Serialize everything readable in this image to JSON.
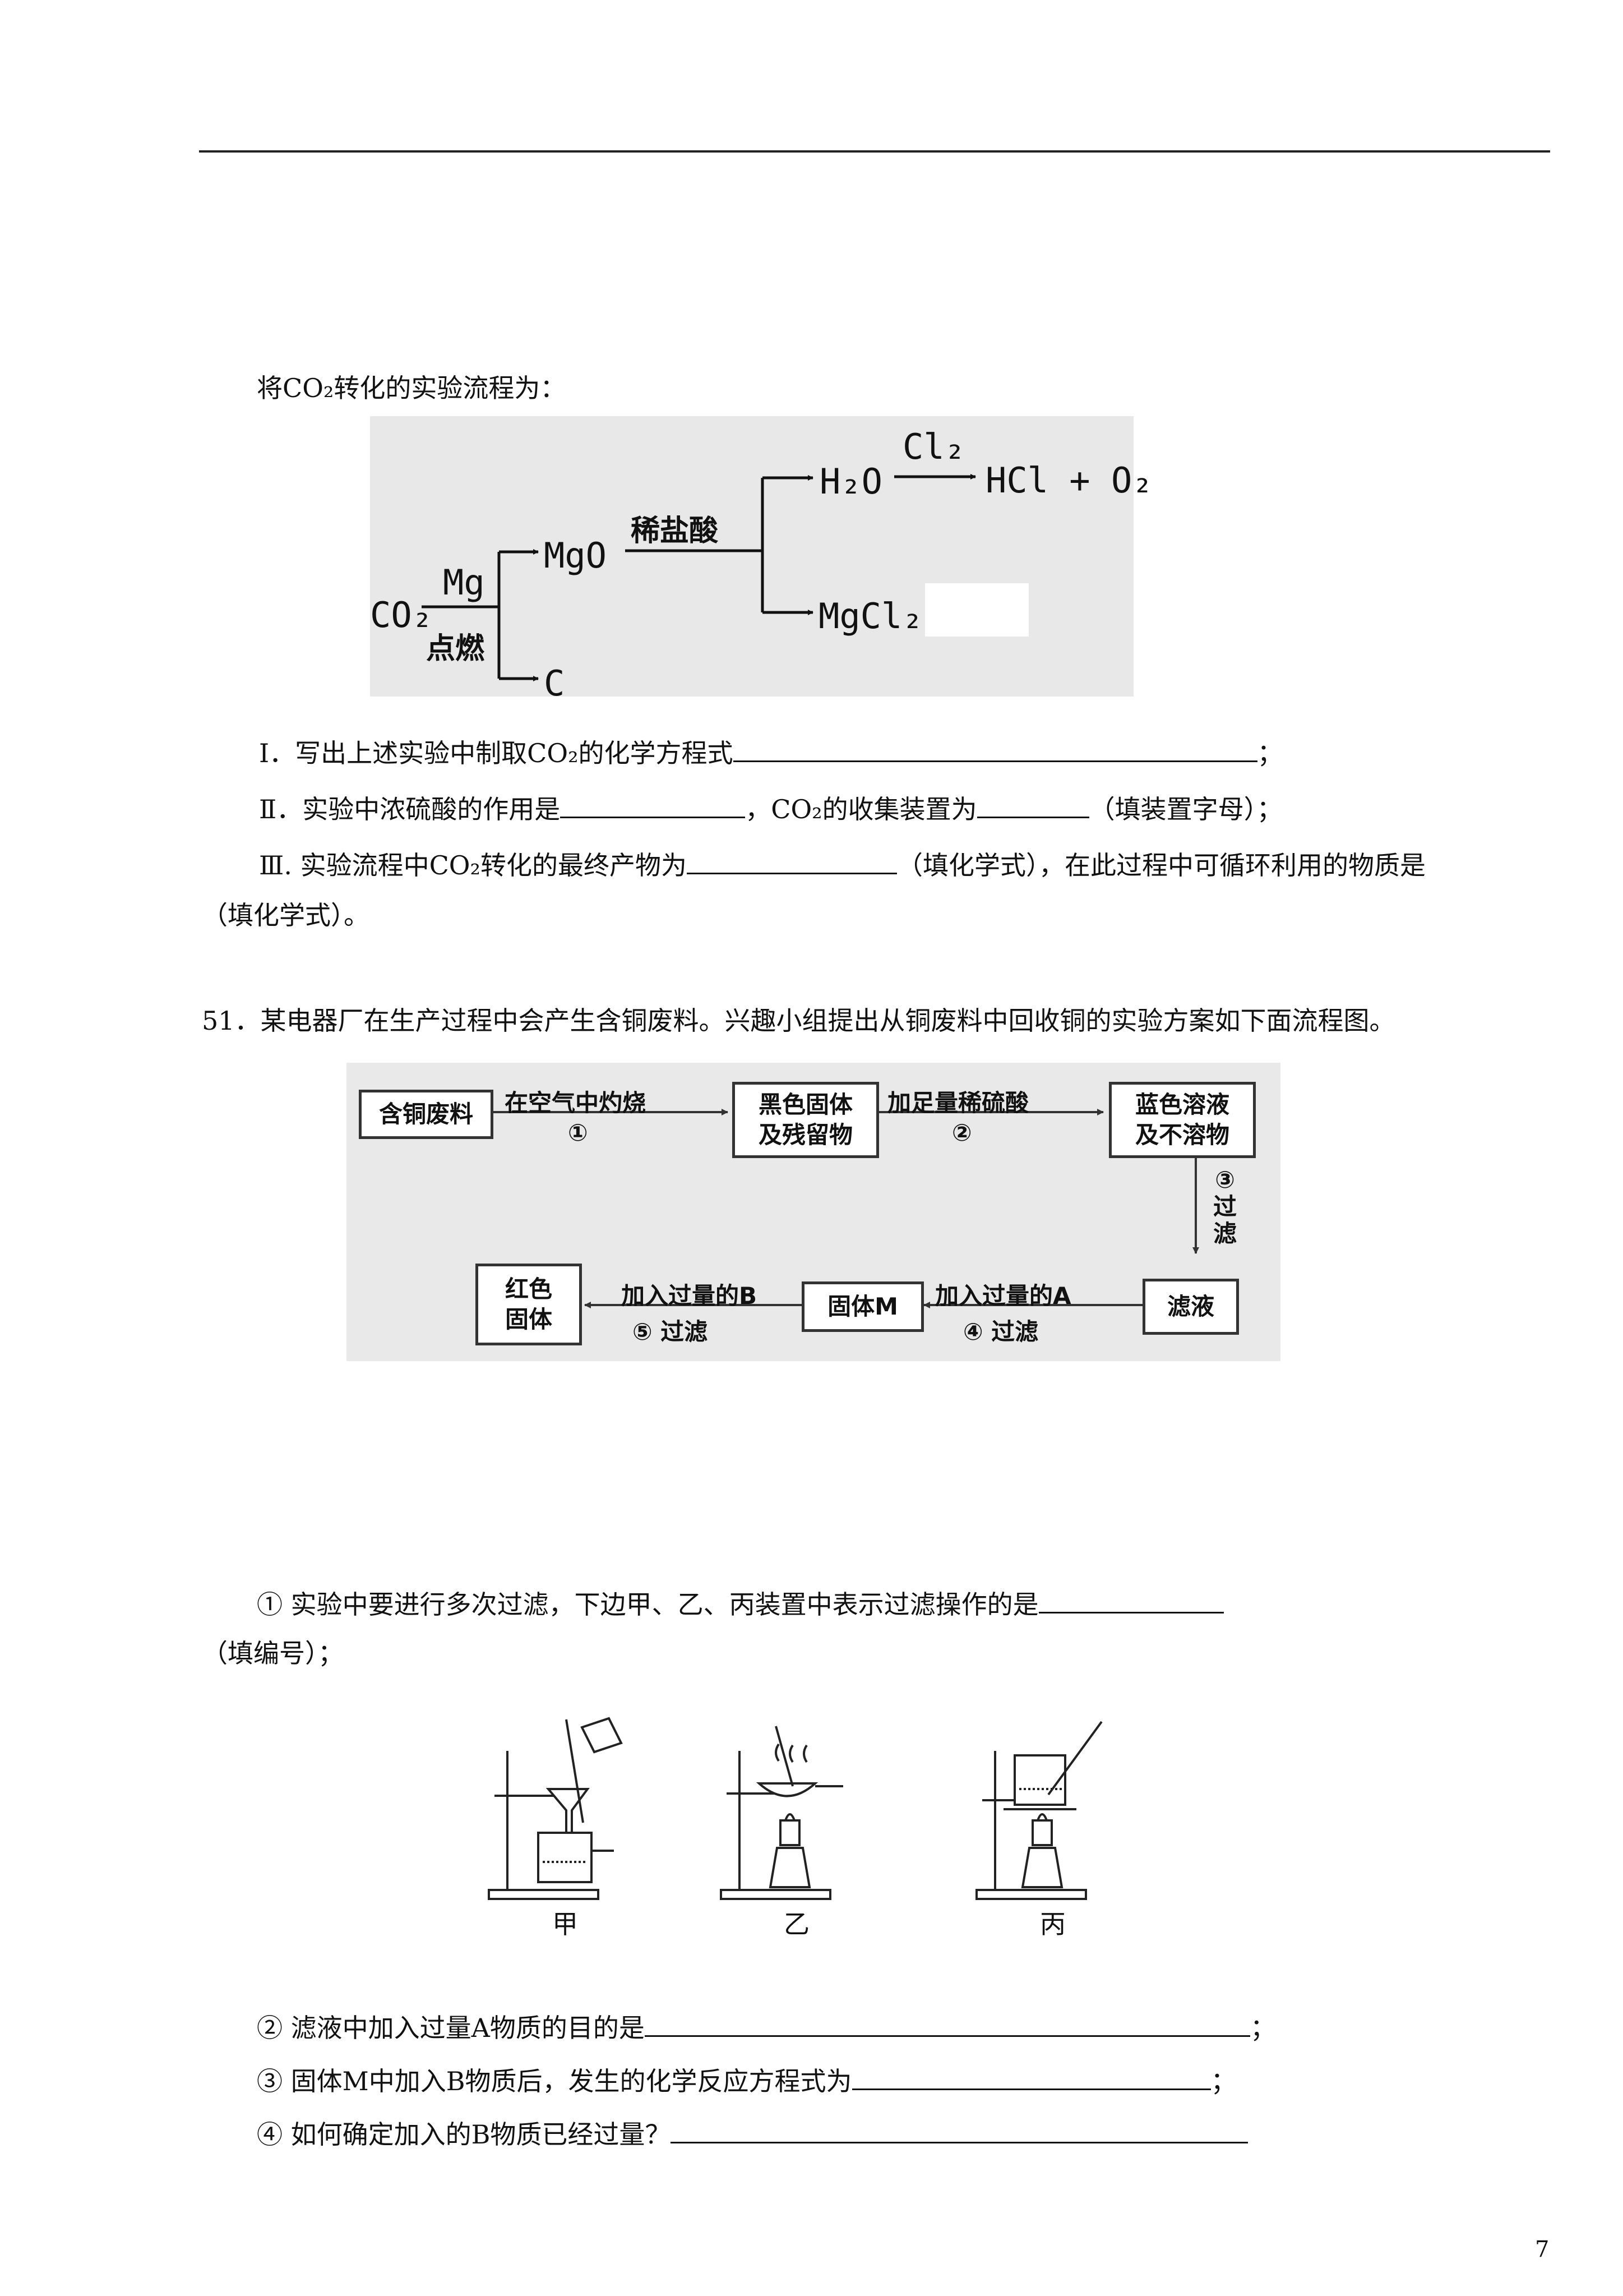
{
  "intro": "将CO₂转化的实验流程为：",
  "flow1": {
    "co2": "CO₂",
    "mg": "Mg",
    "ignite": "点燃",
    "mgo": "MgO",
    "c": "C",
    "acid": "稀盐酸",
    "h2o": "H₂O",
    "cl2": "Cl₂",
    "hcl_o2": "HCl + O₂",
    "mgcl2": "MgCl₂"
  },
  "q1": {
    "num": "Ⅰ．",
    "text": "写出上述实验中制取CO₂的化学方程式",
    "end": "；"
  },
  "q2": {
    "num": "Ⅱ．",
    "text1": "实验中浓硫酸的作用是",
    "text2": "，CO₂的收集装置为",
    "text3": "（填装置字母）；"
  },
  "q3": {
    "num": "Ⅲ.",
    "text1": "实验流程中CO₂转化的最终产物为",
    "text2": "（填化学式），在此过程中可循环利用的物质是",
    "text3": "（填化学式）。"
  },
  "p51": "51．某电器厂在生产过程中会产生含铜废料。兴趣小组提出从铜废料中回收铜的实验方案如下面流程图。",
  "flow2": {
    "box1": "含铜废料",
    "arrow1_top": "在空气中灼烧",
    "arrow1_bottom": "①",
    "box2": "黑色固体及残留物",
    "arrow2_top": "加足量稀硫酸",
    "arrow2_bottom": "②",
    "box3": "蓝色溶液及不溶物",
    "arrow3": "③过滤",
    "box4": "滤液",
    "arrow4_top": "加入过量的A",
    "arrow4_bottom": "④ 过滤",
    "box5": "固体M",
    "arrow5_top": "加入过量的B",
    "arrow5_bottom": "⑤ 过滤",
    "box6": "红色固体"
  },
  "s1": {
    "text": "① 实验中要进行多次过滤，下边甲、乙、丙装置中表示过滤操作的是",
    "line2": "（填编号）；"
  },
  "apparatus": {
    "jia": "甲",
    "yi": "乙",
    "bing": "丙"
  },
  "s2": {
    "text": "② 滤液中加入过量A物质的目的是",
    "end": "；"
  },
  "s3": {
    "text": "③ 固体M中加入B物质后，发生的化学反应方程式为",
    "end": "；"
  },
  "s4": {
    "text": "④ 如何确定加入的B物质已经过量？"
  },
  "page_number": "7"
}
